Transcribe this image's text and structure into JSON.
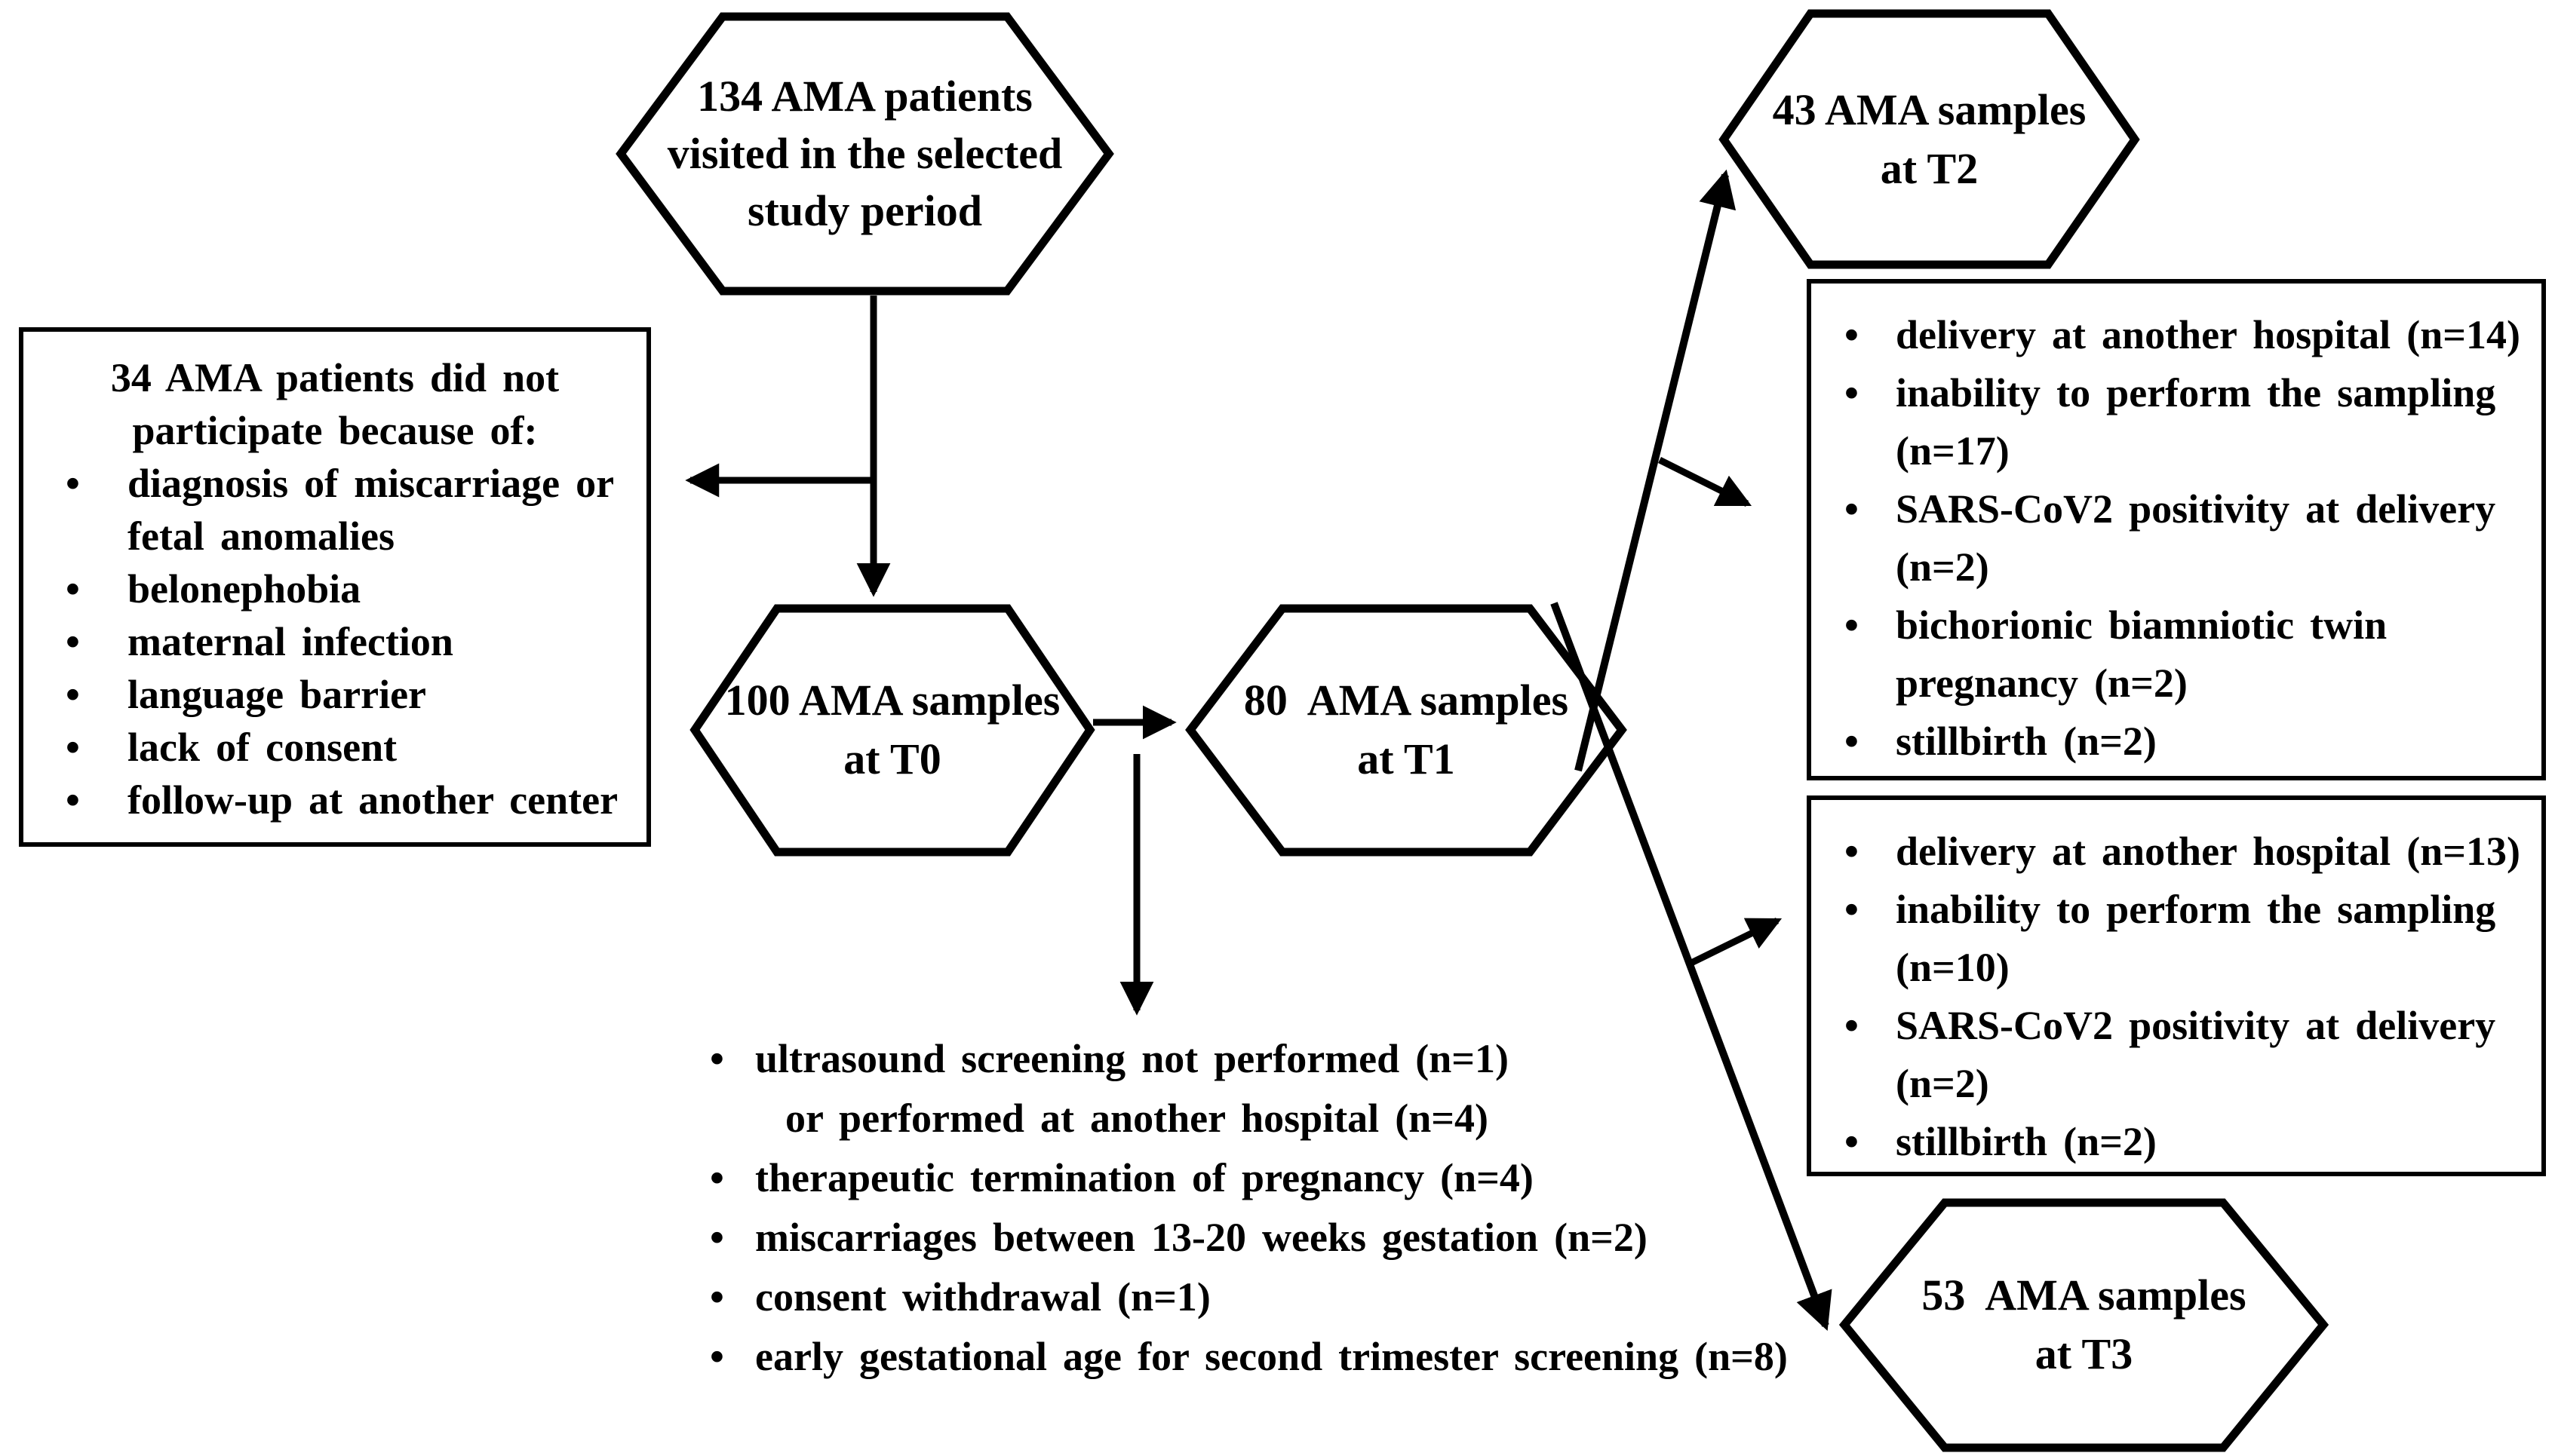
{
  "colors": {
    "line": "#000000",
    "background": "#ffffff"
  },
  "hexagons": {
    "start": {
      "line1": "134 AMA patients",
      "line2": "visited in the selected",
      "line3": "study period"
    },
    "t0": {
      "line1": "100 AMA samples",
      "line2": "at T0"
    },
    "t1": {
      "line1": "80  AMA samples",
      "line2": "at T1"
    },
    "t2": {
      "line1": "43 AMA samples",
      "line2": "at T2"
    },
    "t3": {
      "line1": "53  AMA samples",
      "line2": "at T3"
    }
  },
  "left_box": {
    "lines": [
      {
        "style": "header",
        "text": "34 AMA patients did not"
      },
      {
        "style": "header",
        "text": "participate because of:"
      },
      {
        "style": "bullet",
        "text": "diagnosis of miscarriage or"
      },
      {
        "style": "continuation",
        "text": "fetal anomalies"
      },
      {
        "style": "bullet",
        "text": "belonephobia"
      },
      {
        "style": "bullet",
        "text": "maternal infection"
      },
      {
        "style": "bullet",
        "text": "language barrier"
      },
      {
        "style": "bullet",
        "text": "lack of consent"
      },
      {
        "style": "bullet",
        "text": "follow-up at another center"
      }
    ]
  },
  "t2_exclusion_box": {
    "lines": [
      {
        "style": "bullet",
        "text": "delivery at another hospital (n=14)"
      },
      {
        "style": "bullet",
        "text": "inability to perform the sampling"
      },
      {
        "style": "continuation",
        "text": "(n=17)"
      },
      {
        "style": "bullet",
        "text": "SARS-CoV2 positivity at delivery"
      },
      {
        "style": "continuation",
        "text": "(n=2)"
      },
      {
        "style": "bullet",
        "text": "bichorionic biamniotic twin"
      },
      {
        "style": "continuation",
        "text": "pregnancy (n=2)"
      },
      {
        "style": "bullet",
        "text": "stillbirth (n=2)"
      }
    ]
  },
  "t3_exclusion_box": {
    "lines": [
      {
        "style": "bullet",
        "text": "delivery at another hospital (n=13)"
      },
      {
        "style": "bullet",
        "text": "inability to perform the sampling"
      },
      {
        "style": "continuation",
        "text": "(n=10)"
      },
      {
        "style": "bullet",
        "text": "SARS-CoV2 positivity at delivery"
      },
      {
        "style": "continuation",
        "text": "(n=2)"
      },
      {
        "style": "bullet",
        "text": "stillbirth (n=2)"
      }
    ]
  },
  "t0_exclusion_list": {
    "lines": [
      {
        "style": "bullet",
        "text": "ultrasound screening not performed (n=1)"
      },
      {
        "style": "continuation",
        "text": "or performed at another hospital (n=4)"
      },
      {
        "style": "bullet",
        "text": "therapeutic termination of pregnancy (n=4)"
      },
      {
        "style": "bullet",
        "text": "miscarriages between 13-20 weeks gestation (n=2)"
      },
      {
        "style": "bullet",
        "text": "consent withdrawal (n=1)"
      },
      {
        "style": "bullet",
        "text": "early gestational age for second trimester screening (n=8)"
      }
    ]
  }
}
